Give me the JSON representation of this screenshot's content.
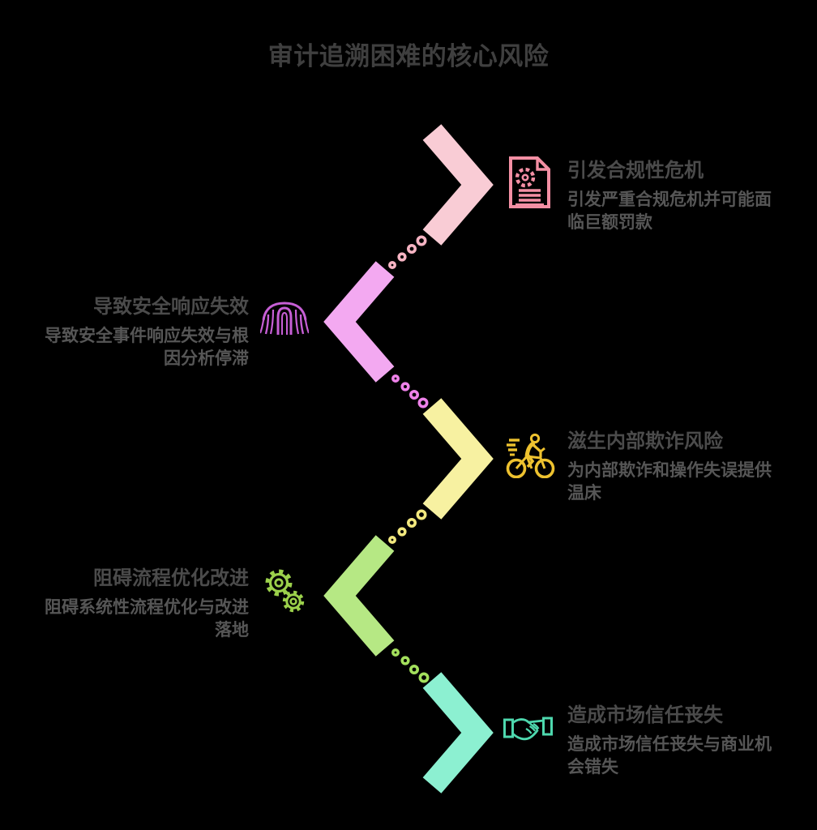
{
  "title": "审计追溯困难的核心风险",
  "colors": {
    "background": "#000000",
    "main_title_text": "#3f3f3f",
    "item_title_text": "#4b4b4b",
    "item_description_text": "#565656"
  },
  "items": [
    {
      "title": "引发合规性危机",
      "description": "引发严重合规危机并可能面临巨额罚款",
      "side": "right",
      "icon": "compliance-document-icon",
      "chevron_color": "#f9ccd5",
      "dot_color": "#f6b4c3",
      "icon_color": "#f48fa4"
    },
    {
      "title": "导致安全响应失效",
      "description": "导致安全事件响应失效与根因分析停滞",
      "side": "left",
      "icon": "root-cause-tree-icon",
      "chevron_color": "#f3a9f1",
      "dot_color": "#ee82e9",
      "icon_color": "#c75fd6"
    },
    {
      "title": "滋生内部欺诈风险",
      "description": "为内部欺诈和操作失误提供温床",
      "side": "right",
      "icon": "delivery-cyclist-icon",
      "chevron_color": "#f7f1a1",
      "dot_color": "#f2e87e",
      "icon_color": "#eec22f"
    },
    {
      "title": "阻碍流程优化改进",
      "description": "阻碍系统性流程优化与改进落地",
      "side": "left",
      "icon": "gears-icon",
      "chevron_color": "#b6e884",
      "dot_color": "#a3e05c",
      "icon_color": "#9bd04b"
    },
    {
      "title": "造成市场信任丧失",
      "description": "造成市场信任丧失与商业机会错失",
      "side": "right",
      "icon": "handshake-icon",
      "chevron_color": "#8cf0d1",
      "dot_color": "#8cf0d1",
      "icon_color": "#4ed8ae"
    }
  ]
}
